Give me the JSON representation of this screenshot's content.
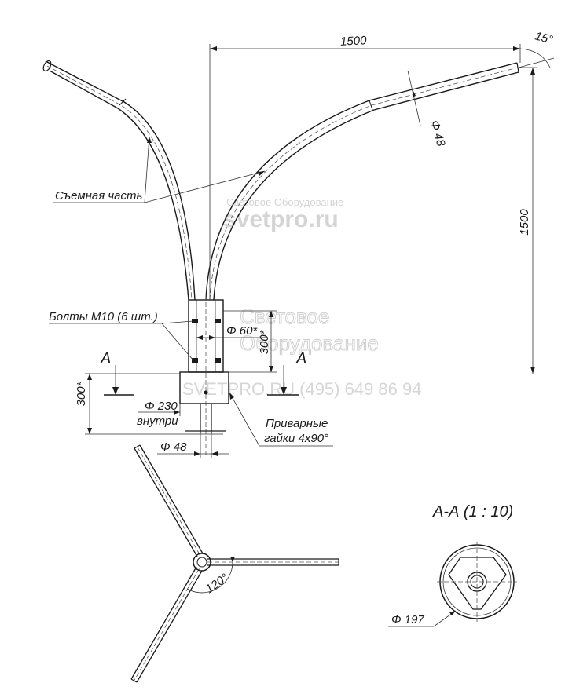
{
  "dimensions": {
    "arm_span": "1500",
    "tilt_angle": "15°",
    "arm_height": "1500",
    "tube_diameter": "Φ 48",
    "sleeve_diameter": "Φ 60*",
    "sleeve_height": "300*",
    "base_height": "300*",
    "base_diameter": "Φ 230",
    "base_diameter_note": "внутри",
    "pin_diameter": "Φ 48",
    "base_angle": "120°",
    "section_diameter": "Φ 197"
  },
  "labels": {
    "removable_part": "Съемная часть",
    "bolts": "Болты М10 (6 шт.)",
    "nuts_line1": "Приварные",
    "nuts_line2": "гайки 4х90°",
    "section_mark_left": "А",
    "section_mark_right": "А",
    "section_title": "А-А (1 : 10)"
  },
  "watermark": {
    "line1": "Световое Оборудование",
    "line2": "svetpro.ru",
    "line3a": "Световое",
    "line3b": "Оборудование",
    "line4": "SVETPRO.RU  (495) 649 86 94"
  },
  "colors": {
    "ink": "#1a1a1a",
    "watermark": "#d4d4d4",
    "background": "#ffffff"
  }
}
